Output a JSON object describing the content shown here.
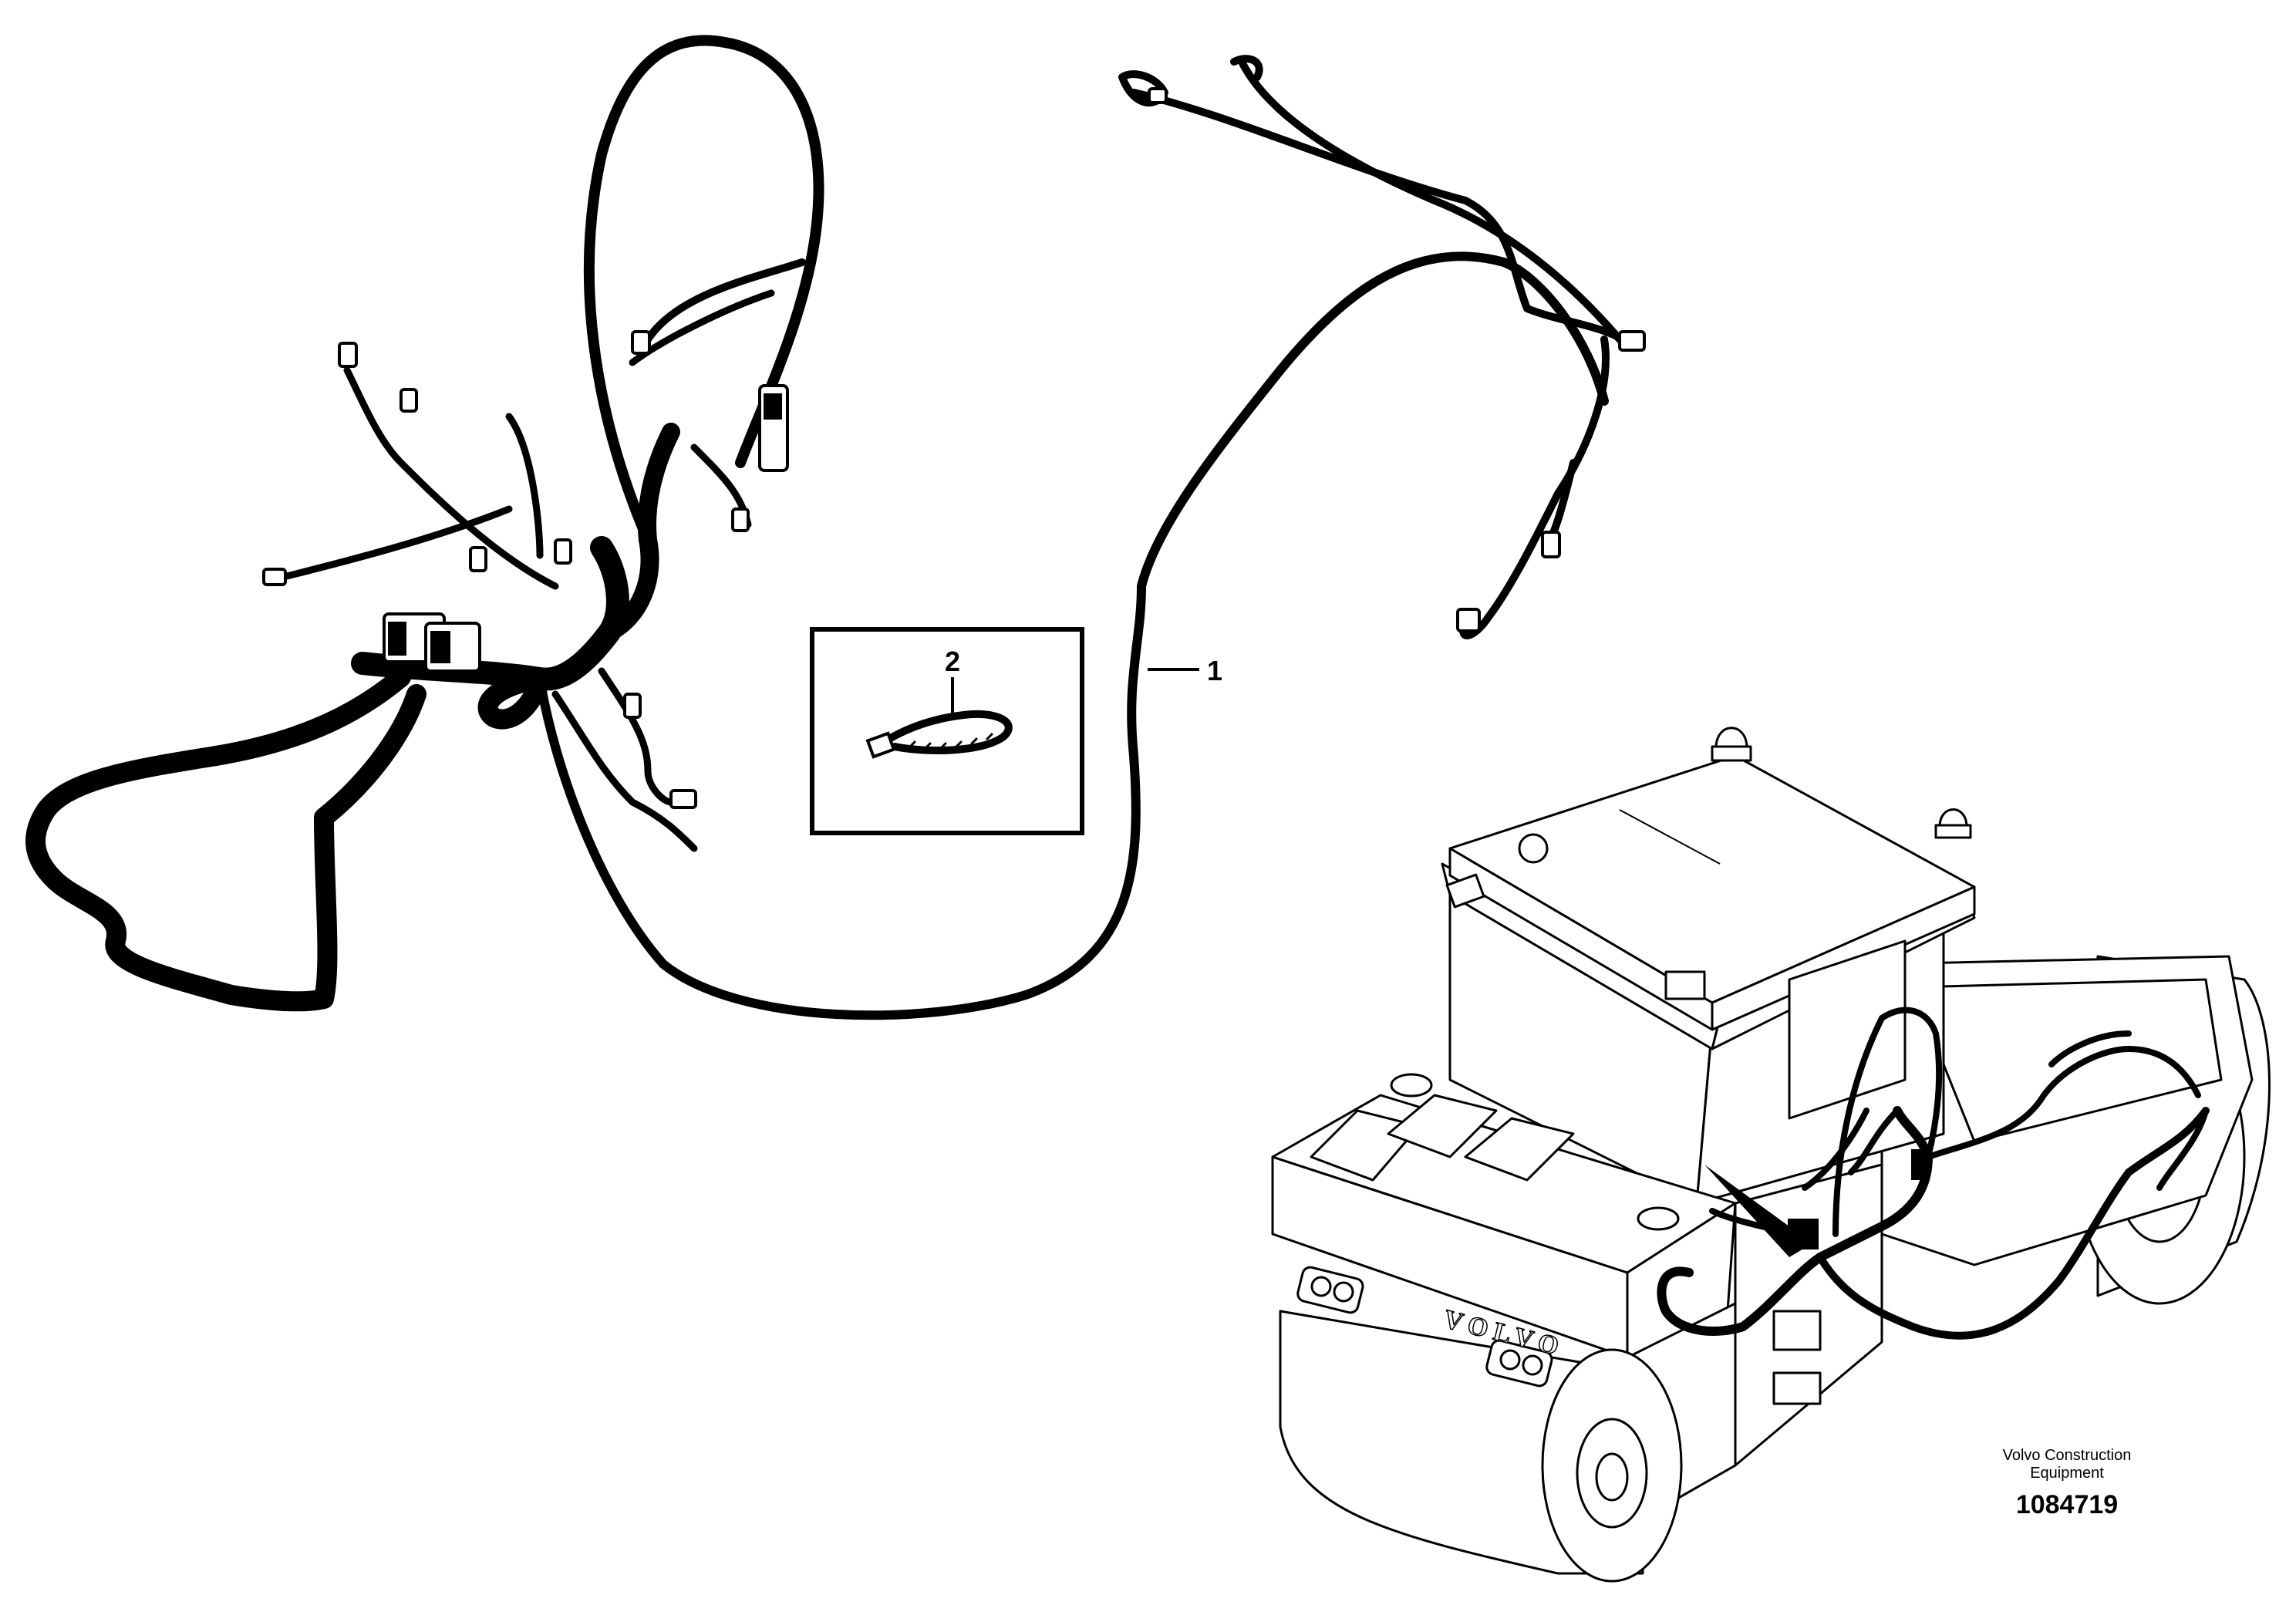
{
  "callouts": [
    {
      "id": "callout-1",
      "text": "1"
    },
    {
      "id": "callout-2",
      "text": "2"
    }
  ],
  "vehicle": {
    "logo": "VOLVO"
  },
  "credit": {
    "line1": "Volvo Construction",
    "line2": "Equipment",
    "code": "1084719"
  },
  "colors": {
    "ink": "#000000",
    "paper": "#ffffff"
  }
}
